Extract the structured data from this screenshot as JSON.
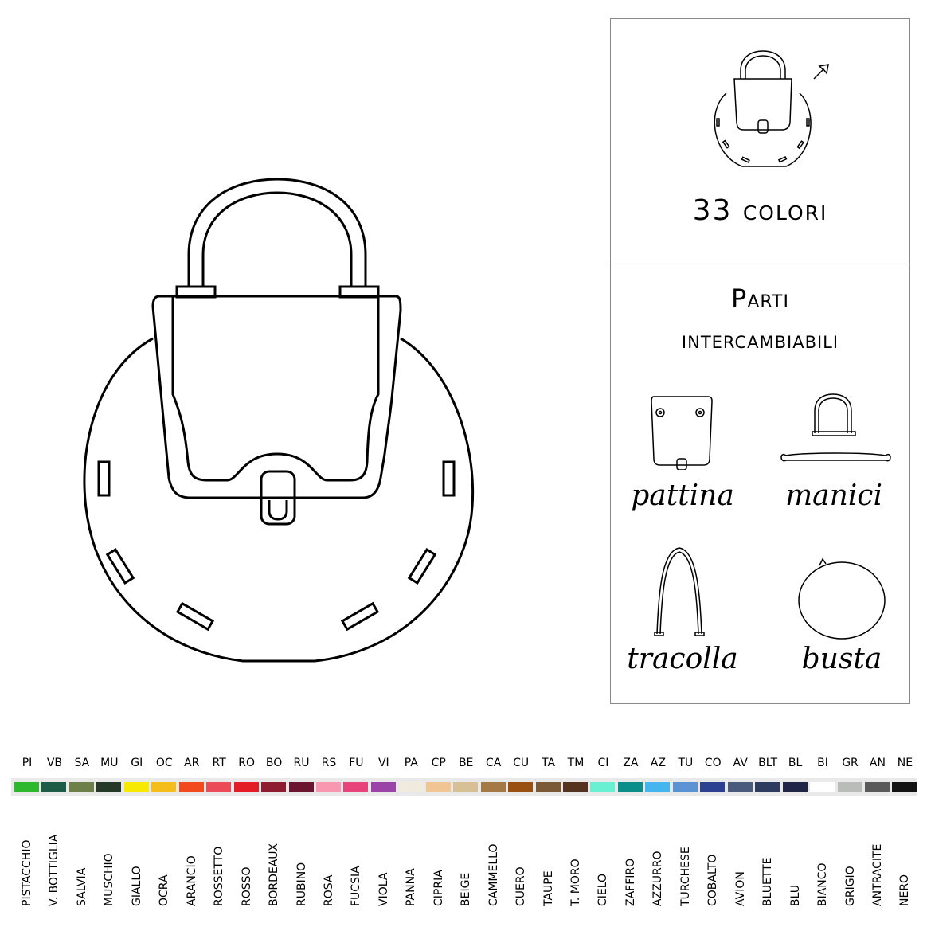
{
  "colors_panel": {
    "count_label": "33 colori"
  },
  "parts_panel": {
    "title_line1": "Parti",
    "title_line2": "intercambiabili",
    "parts": [
      {
        "label": "pattina",
        "icon": "flap-icon"
      },
      {
        "label": "manici",
        "icon": "handles-icon"
      },
      {
        "label": "tracolla",
        "icon": "shoulder-strap-icon"
      },
      {
        "label": "busta",
        "icon": "pouch-icon"
      }
    ]
  },
  "palette": [
    {
      "code": "PI",
      "name": "PISTACCHIO",
      "color": "#2eb82e"
    },
    {
      "code": "VB",
      "name": "V. BOTTIGLIA",
      "color": "#1f5c47"
    },
    {
      "code": "SA",
      "name": "SALVIA",
      "color": "#6e8049"
    },
    {
      "code": "MU",
      "name": "MUSCHIO",
      "color": "#253a26"
    },
    {
      "code": "GI",
      "name": "GIALLO",
      "color": "#f5ea00"
    },
    {
      "code": "OC",
      "name": "OCRA",
      "color": "#f4bd1a"
    },
    {
      "code": "AR",
      "name": "ARANCIO",
      "color": "#f24a1c"
    },
    {
      "code": "RT",
      "name": "ROSSETTO",
      "color": "#ea4b57"
    },
    {
      "code": "RO",
      "name": "ROSSO",
      "color": "#e31c25"
    },
    {
      "code": "BO",
      "name": "BORDEAUX",
      "color": "#8e1b2f"
    },
    {
      "code": "RU",
      "name": "RUBINO",
      "color": "#6c1530"
    },
    {
      "code": "RS",
      "name": "ROSA",
      "color": "#f797b0"
    },
    {
      "code": "FU",
      "name": "FUCSIA",
      "color": "#e8437a"
    },
    {
      "code": "VI",
      "name": "VIOLA",
      "color": "#9b44a8"
    },
    {
      "code": "PA",
      "name": "PANNA",
      "color": "#efeadb"
    },
    {
      "code": "CP",
      "name": "CIPRIA",
      "color": "#f0c593"
    },
    {
      "code": "BE",
      "name": "BEIGE",
      "color": "#d7bf96"
    },
    {
      "code": "CA",
      "name": "CAMMELLO",
      "color": "#a47945"
    },
    {
      "code": "CU",
      "name": "CUERO",
      "color": "#9a5010"
    },
    {
      "code": "TA",
      "name": "TAUPE",
      "color": "#7b5936"
    },
    {
      "code": "TM",
      "name": "T. MORO",
      "color": "#56331f"
    },
    {
      "code": "CI",
      "name": "CIELO",
      "color": "#69f0d2"
    },
    {
      "code": "ZA",
      "name": "ZAFFIRO",
      "color": "#0a8e8a"
    },
    {
      "code": "AZ",
      "name": "AZZURRO",
      "color": "#44b5ef"
    },
    {
      "code": "TU",
      "name": "TURCHESE",
      "color": "#5b93d4"
    },
    {
      "code": "CO",
      "name": "COBALTO",
      "color": "#2d4191"
    },
    {
      "code": "AV",
      "name": "AVION",
      "color": "#4a5a7c"
    },
    {
      "code": "BLT",
      "name": "BLUETTE",
      "color": "#2e3b60"
    },
    {
      "code": "BL",
      "name": "BLU",
      "color": "#1f2547"
    },
    {
      "code": "BI",
      "name": "BIANCO",
      "color": "#ffffff"
    },
    {
      "code": "GR",
      "name": "GRIGIO",
      "color": "#b9bcb8"
    },
    {
      "code": "AN",
      "name": "ANTRACITE",
      "color": "#5a5a5a"
    },
    {
      "code": "NE",
      "name": "NERO",
      "color": "#131313"
    }
  ]
}
